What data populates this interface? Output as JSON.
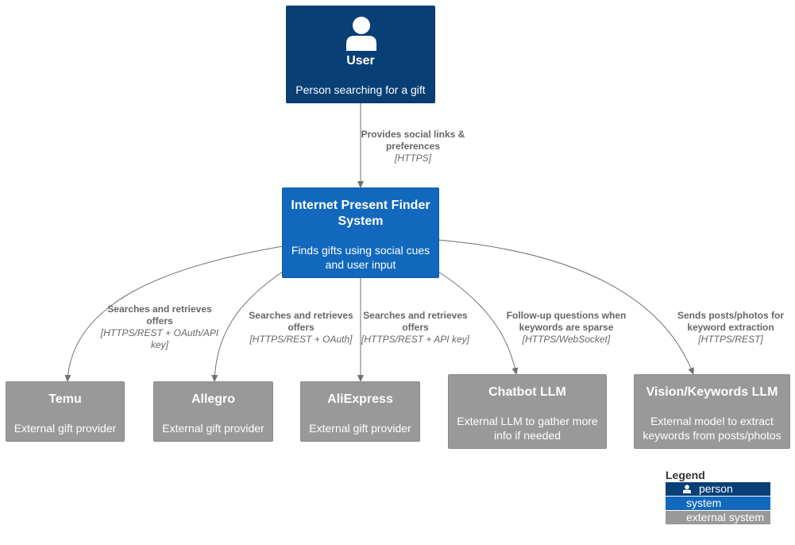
{
  "nodes": {
    "user": {
      "title": "User",
      "description": "Person searching for a gift",
      "icon": "person-icon"
    },
    "system": {
      "title": "Internet Present Finder System",
      "description": "Finds gifts using social cues and user input"
    },
    "temu": {
      "title": "Temu",
      "description": "External gift provider"
    },
    "allegro": {
      "title": "Allegro",
      "description": "External gift provider"
    },
    "aliexpress": {
      "title": "AliExpress",
      "description": "External gift provider"
    },
    "chatbot": {
      "title": "Chatbot LLM",
      "description": "External LLM to gather more info if needed"
    },
    "vision": {
      "title": "Vision/Keywords LLM",
      "description": "External model to extract keywords from posts/photos"
    }
  },
  "edges": {
    "user_system": {
      "label": "Provides social links & preferences",
      "technology": "[HTTPS]"
    },
    "system_temu": {
      "label": "Searches and retrieves offers",
      "technology": "[HTTPS/REST + OAuth/API key]"
    },
    "system_allegro": {
      "label": "Searches and retrieves offers",
      "technology": "[HTTPS/REST + OAuth]"
    },
    "system_aliexpress": {
      "label": "Searches and retrieves offers",
      "technology": "[HTTPS/REST + API key]"
    },
    "system_chatbot": {
      "label": "Follow-up questions when keywords are sparse",
      "technology": "[HTTPS/WebSocket]"
    },
    "system_vision": {
      "label": "Sends posts/photos for keyword extraction",
      "technology": "[HTTPS/REST]"
    }
  },
  "legend": {
    "title": "Legend",
    "items": [
      {
        "label": "person",
        "color": "#083f75"
      },
      {
        "label": "system",
        "color": "#1168bd"
      },
      {
        "label": "external system",
        "color": "#999999"
      }
    ]
  },
  "colors": {
    "person": "#083f75",
    "system": "#1168bd",
    "external": "#999999",
    "edge": "#707070"
  }
}
